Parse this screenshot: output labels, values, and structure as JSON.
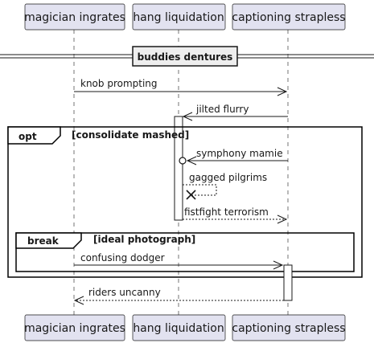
{
  "participants": {
    "p1": "magician ingrates",
    "p2": "hang liquidation",
    "p3": "captioning strapless"
  },
  "divider": "buddies dentures",
  "messages": {
    "m1": "knob prompting",
    "m2": "jilted flurry",
    "m3": "symphony mamie",
    "m4": "gagged pilgrims",
    "m5": "fistfight terrorism",
    "m6": "confusing dodger",
    "m7": "riders uncanny"
  },
  "fragments": {
    "opt_keyword": "opt",
    "opt_guard": "[consolidate mashed]",
    "break_keyword": "break",
    "break_guard": "[ideal photograph]"
  },
  "colors": {
    "participant_fill": "#E2E2F0",
    "line": "#181818"
  }
}
